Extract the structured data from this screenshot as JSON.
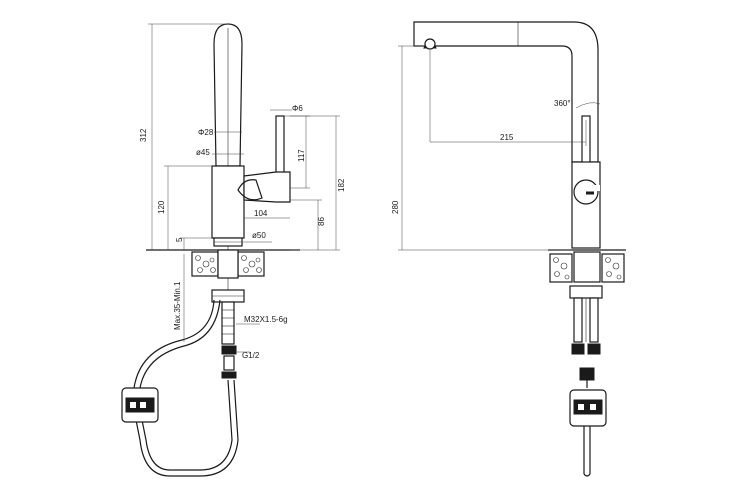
{
  "labels": {
    "d312": "312",
    "d120": "120",
    "d5": "5",
    "phi28": "Φ28",
    "phi45": "ø45",
    "phi6": "Φ6",
    "d117": "117",
    "d182": "182",
    "d104": "104",
    "d86": "86",
    "phi50": "ø50",
    "max35": "Max.35-Min.1",
    "m32": "M32X1.5-6g",
    "g12": "G1/2",
    "d360": "360°",
    "d215": "215",
    "d280": "280"
  }
}
